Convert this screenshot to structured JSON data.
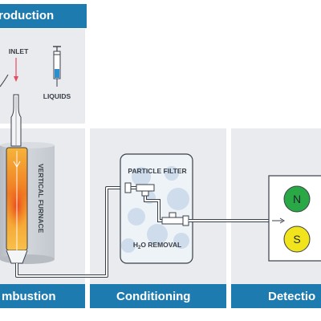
{
  "sections": {
    "introduction": "roduction",
    "combustion": "mbustion",
    "conditioning": "Conditioning",
    "detection": "Detectio"
  },
  "labels": {
    "inlet": "INLET",
    "liquids": "LIQUIDS",
    "vertical_furnace": "VERTICAL FURNACE",
    "particle_filter": "PARTICLE FILTER",
    "h2o_removal_h": "H",
    "h2o_removal_sub": "2",
    "h2o_removal_rest": "O REMOVAL"
  },
  "detectors": {
    "nitrogen": {
      "symbol": "N",
      "color": "#2aa845"
    },
    "sulfur": {
      "symbol": "S",
      "color": "#f2e41c"
    }
  },
  "colors": {
    "accent": "#1e7bb0",
    "panel": "#e9ebee",
    "furnace": "#f08a1c"
  }
}
